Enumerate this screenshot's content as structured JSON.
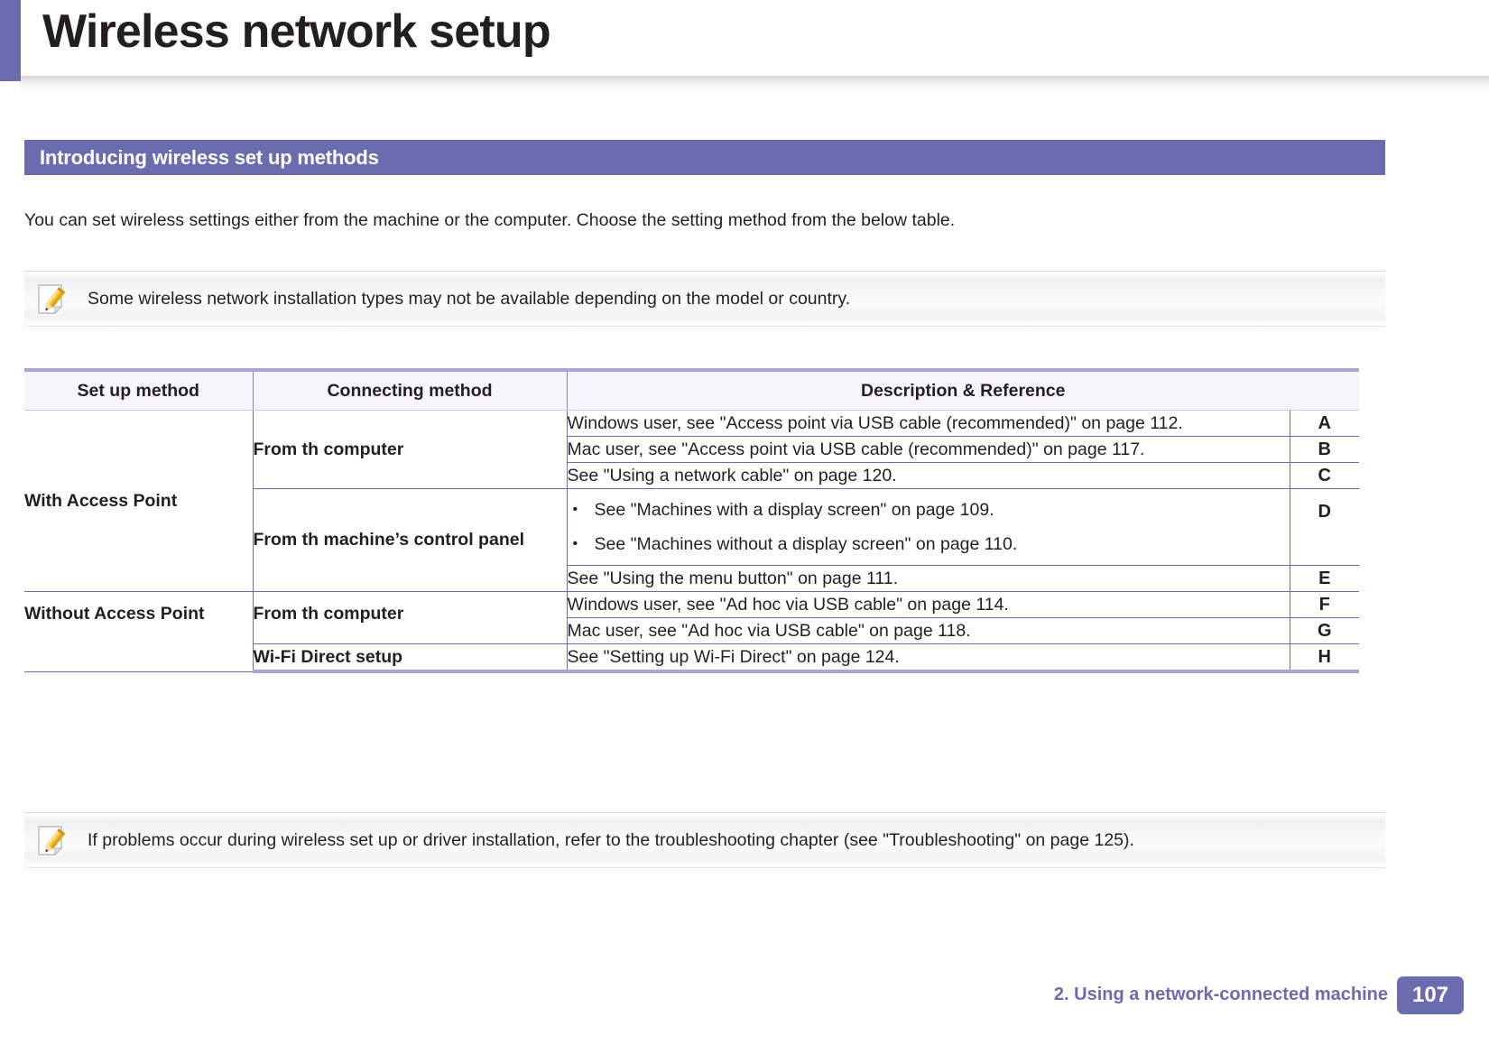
{
  "page": {
    "title": "Wireless network setup",
    "accent_color": "#6b6bb0",
    "body_text_color": "#231f20"
  },
  "section": {
    "heading": "Introducing wireless set up methods",
    "intro_paragraph": "You can set wireless settings either from the machine or the computer. Choose the setting method from the below table."
  },
  "notes": [
    {
      "icon": "note-pencil-icon",
      "text": "Some wireless network installation types may not be available depending on the model or country."
    },
    {
      "icon": "note-pencil-icon",
      "text": "If problems occur during wireless set up or driver installation, refer to the troubleshooting chapter (see \"Troubleshooting\" on page 125)."
    }
  ],
  "table": {
    "headers": {
      "setup_method": "Set up method",
      "connecting_method": "Connecting method",
      "description_reference": "Description & Reference"
    },
    "groups": [
      {
        "setup_method": "With Access Point",
        "connecting_methods": [
          {
            "label": "From th computer",
            "rows": [
              {
                "description": "Windows user, see \"Access point via USB cable (recommended)\" on page 112.",
                "letter": "A"
              },
              {
                "description": "Mac user, see \"Access point via USB cable (recommended)\" on page 117.",
                "letter": "B"
              },
              {
                "description": "See \"Using a network cable\" on page 120.",
                "letter": "C"
              }
            ]
          },
          {
            "label": "From th machine’s control panel",
            "rows": [
              {
                "bullets": [
                  "See \"Machines with a display screen\" on page 109.",
                  "See \"Machines without a display screen\" on page 110."
                ],
                "letter": "D"
              },
              {
                "description": "See \"Using the menu button\" on page 111.",
                "letter": "E"
              }
            ]
          }
        ]
      },
      {
        "setup_method": "Without Access Point",
        "connecting_methods": [
          {
            "label": "From th computer",
            "rows": [
              {
                "description": "Windows user, see \"Ad hoc via USB cable\" on page 114.",
                "letter": "F"
              },
              {
                "description": "Mac user, see \"Ad hoc via USB cable\" on page 118.",
                "letter": "G"
              }
            ]
          },
          {
            "label": "Wi-Fi Direct setup",
            "rows": [
              {
                "description": "See \"Setting up Wi-Fi Direct\" on page 124.",
                "letter": "H"
              }
            ]
          }
        ]
      }
    ]
  },
  "footer": {
    "chapter": "2.  Using a network-connected machine",
    "page_number": "107"
  }
}
